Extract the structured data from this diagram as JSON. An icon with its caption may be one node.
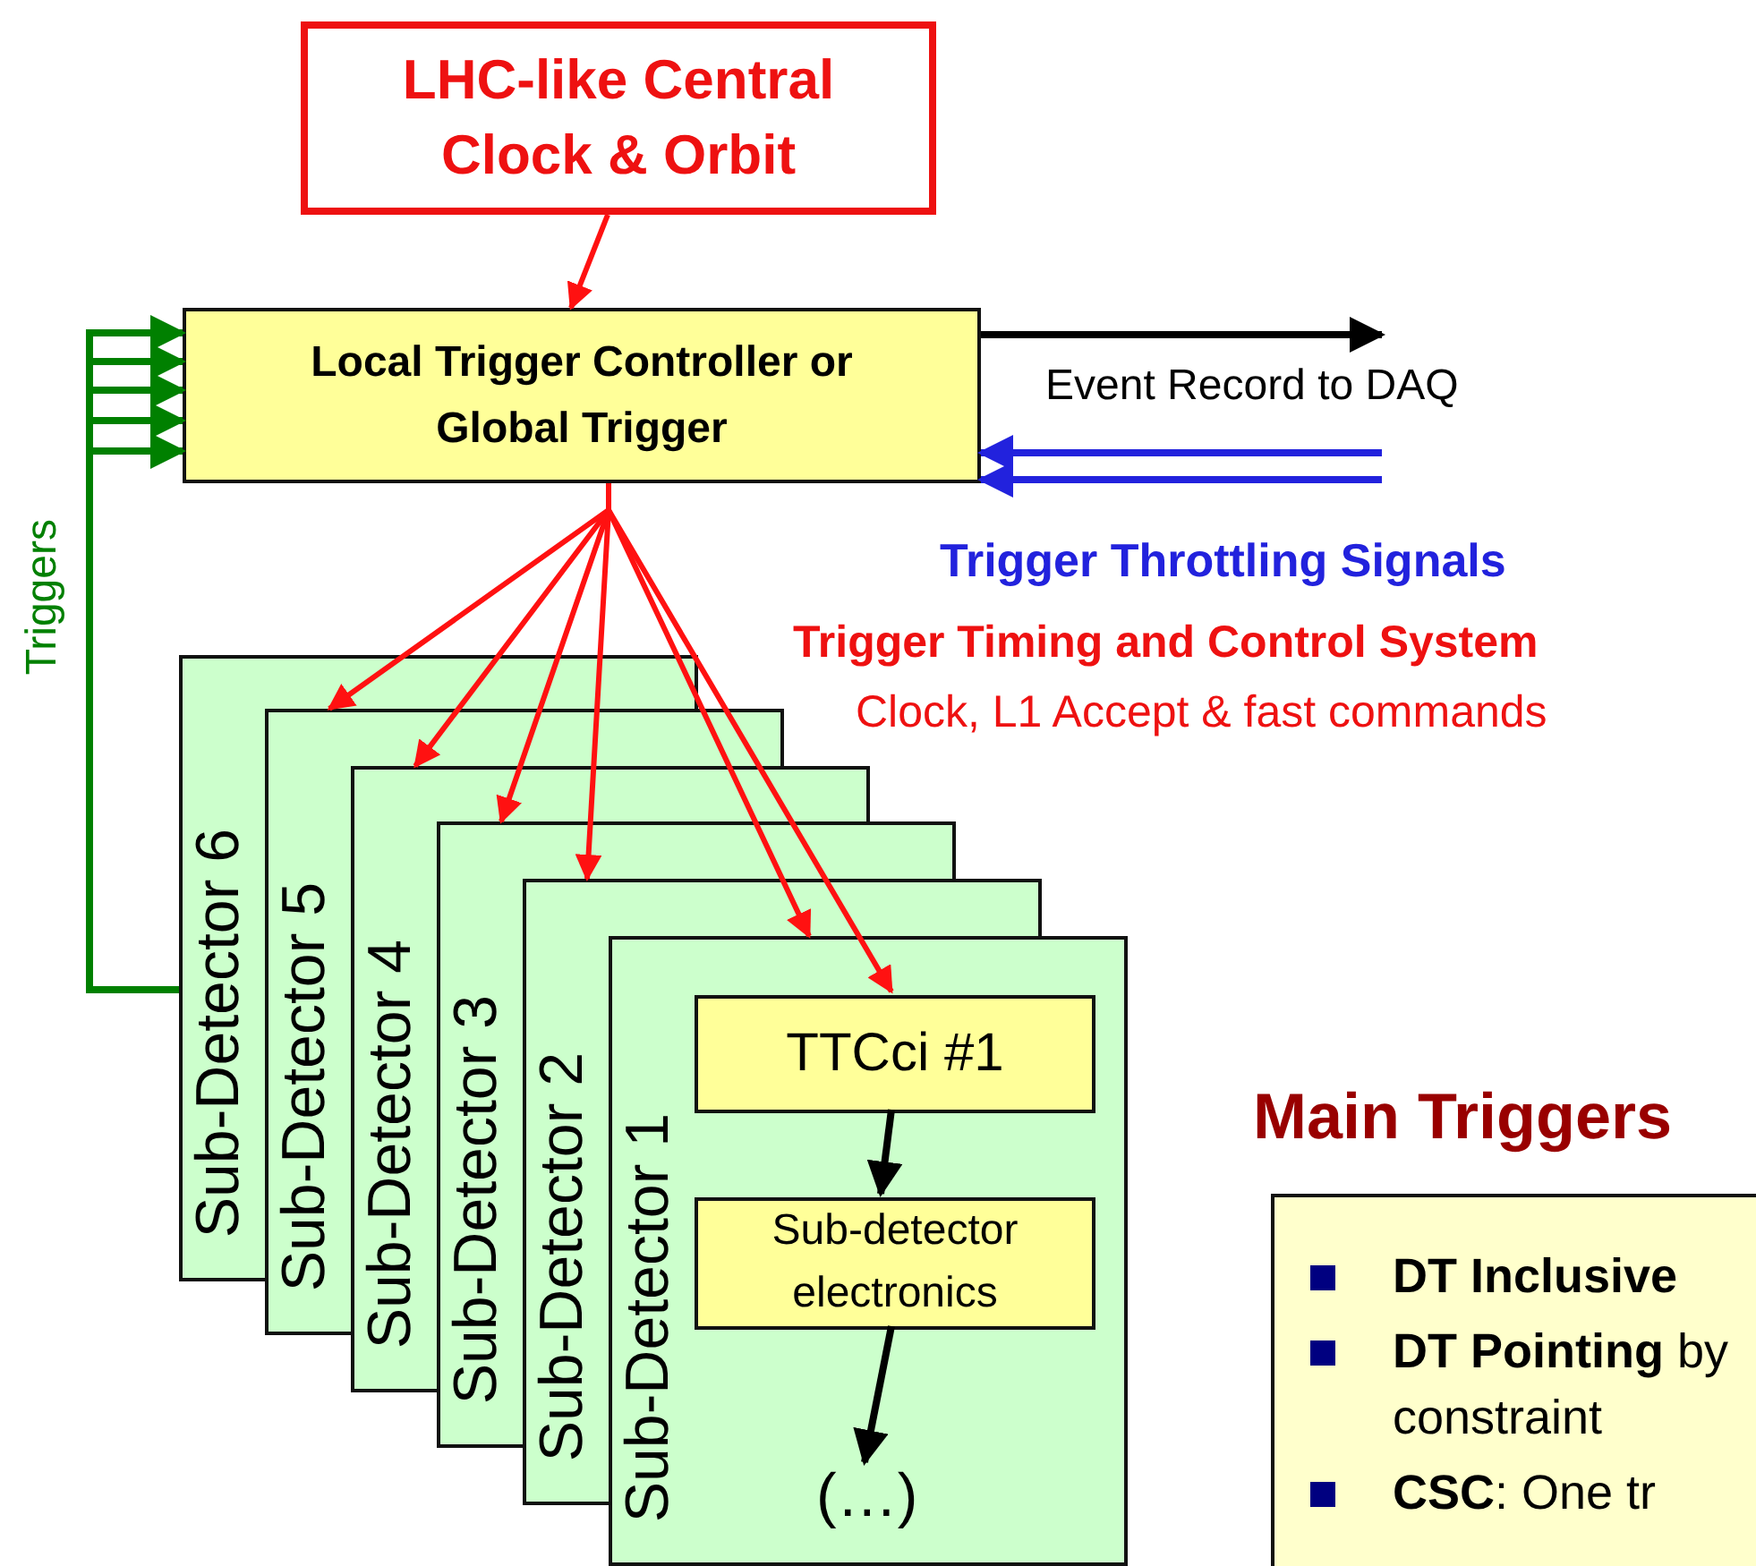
{
  "diagram": {
    "nodes": [
      {
        "text": [
          "LHC-like Central Clock & Orbit"
        ]
      },
      {
        "text": [
          "Local Trigger Controller or Global Trigger"
        ]
      },
      {
        "text": [
          "Sub-Detector 6"
        ]
      },
      {
        "text": [
          "Sub-Detector 5"
        ]
      },
      {
        "text": [
          "Sub-Detector 4"
        ]
      },
      {
        "text": [
          "Sub-Detector 3"
        ]
      },
      {
        "text": [
          "Sub-Detector 2"
        ]
      },
      {
        "text": [
          "Sub-Detector 1"
        ]
      },
      {
        "text": [
          "TTCci #1"
        ],
        "in": 7
      },
      {
        "text": [
          "Sub-detector electronics"
        ],
        "in": 7
      },
      {
        "text": [
          "(…)"
        ],
        "in": 7
      },
      {
        "text": [
          "Main Triggers",
          "**DT Inclusive**",
          "**DT Pointing** by constraint",
          "**CSC**: One tr"
        ]
      }
    ],
    "edges": [
      {
        "from": 0,
        "to": 1,
        "arrow": "to"
      },
      {
        "from": 1,
        "to": null,
        "arrow": "to",
        "label": "Event Record to DAQ",
        "color": "#000000"
      },
      {
        "from": null,
        "to": 1,
        "arrow": "to",
        "color": "#2222dd"
      },
      {
        "from": null,
        "to": 1,
        "arrow": "to",
        "color": "#2222dd"
      },
      {
        "from": 2,
        "to": 1,
        "arrow": "to",
        "color": "#008000"
      },
      {
        "from": 2,
        "to": 1,
        "arrow": "to",
        "color": "#008000"
      },
      {
        "from": 2,
        "to": 1,
        "arrow": "to",
        "color": "#008000"
      },
      {
        "from": 2,
        "to": 1,
        "arrow": "to",
        "color": "#008000"
      },
      {
        "from": 2,
        "to": 1,
        "arrow": "to",
        "color": "#008000"
      },
      {
        "from": 1,
        "to": 3,
        "arrow": "to"
      },
      {
        "from": 1,
        "to": 4,
        "arrow": "to"
      },
      {
        "from": 1,
        "to": 5,
        "arrow": "to"
      },
      {
        "from": 1,
        "to": 6,
        "arrow": "to"
      },
      {
        "from": 1,
        "to": 7,
        "arrow": "to"
      },
      {
        "from": 1,
        "to": 8,
        "arrow": "to"
      },
      {
        "from": 8,
        "to": 9,
        "arrow": "to",
        "color": "#000000"
      },
      {
        "from": 9,
        "to": 10,
        "arrow": "to",
        "color": "#000000"
      }
    ],
    "labels": [
      "Triggers",
      "Trigger Throttling Signals",
      "Trigger Timing and Control System",
      "Clock, L1 Accept & fast commands"
    ]
  }
}
